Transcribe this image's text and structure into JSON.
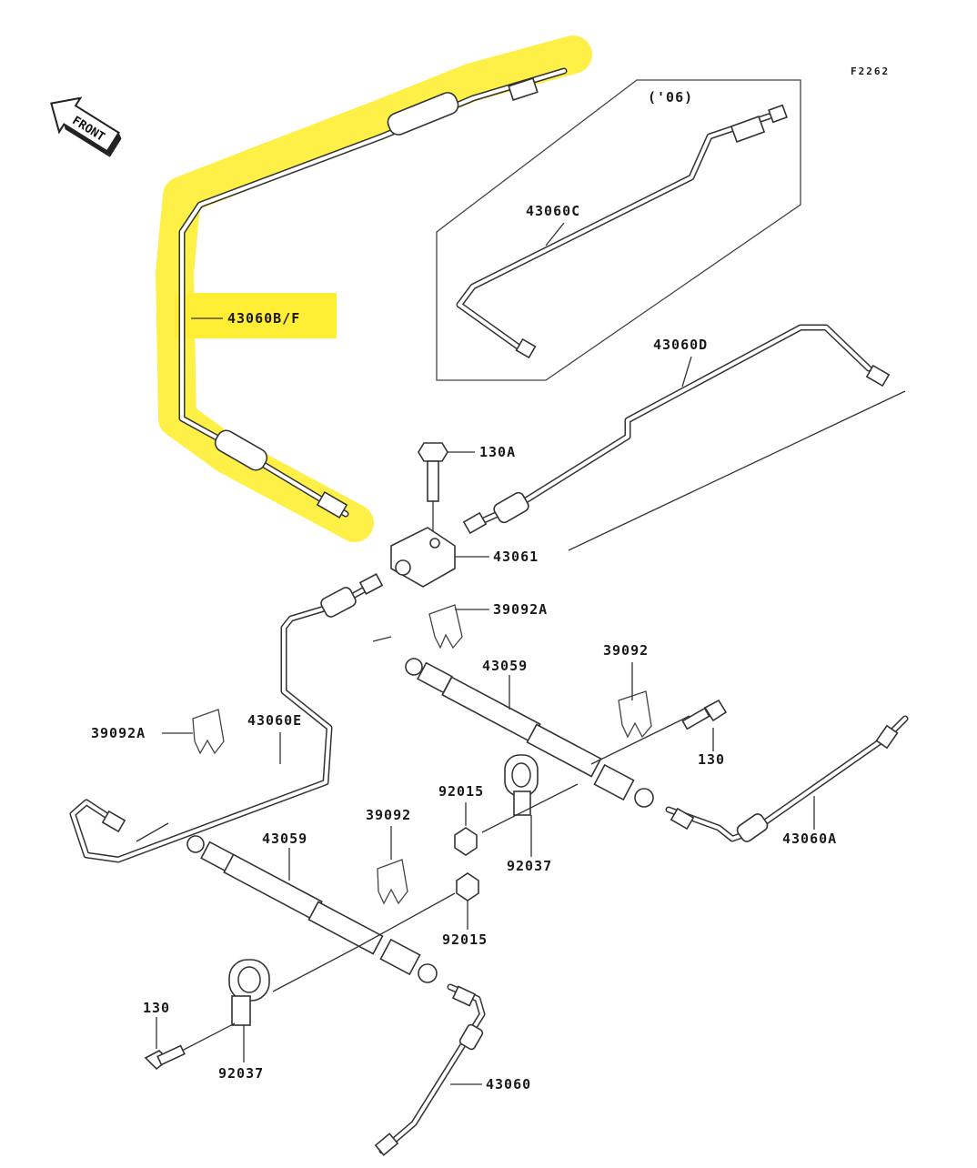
{
  "diagram": {
    "figure_code": "F2262",
    "front_indicator": "FRONT",
    "inset_note": "('06)",
    "highlight_color": "#ffee33",
    "parts": {
      "p43060BF": "43060B/F",
      "p43060C": "43060C",
      "p43060D": "43060D",
      "p130A": "130A",
      "p43061": "43061",
      "p39092A_top": "39092A",
      "p39092_right": "39092",
      "p43059_right": "43059",
      "p39092A_left": "39092A",
      "p43060E": "43060E",
      "p130_right": "130",
      "p92015_mid": "92015",
      "p92037_mid": "92037",
      "p43060A": "43060A",
      "p39092_mid": "39092",
      "p43059_left": "43059",
      "p92015_low": "92015",
      "p130_left": "130",
      "p92037_low": "92037",
      "p43060": "43060"
    }
  }
}
